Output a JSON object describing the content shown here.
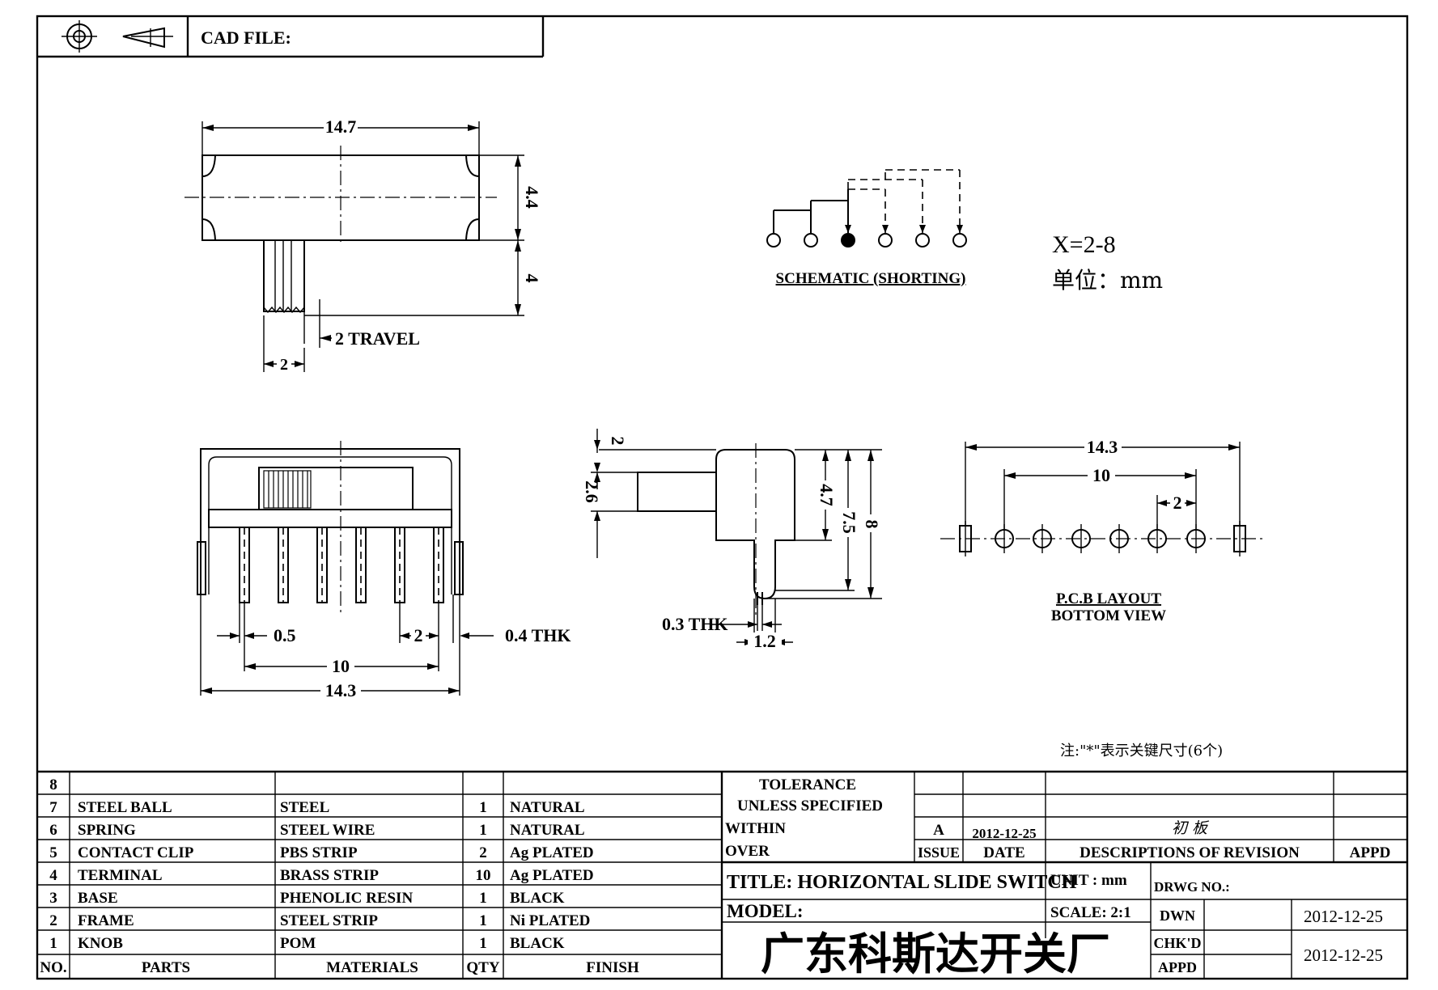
{
  "header": {
    "cad_file_label": "CAD FILE:",
    "cad_file_value": ""
  },
  "top_view": {
    "dim_width": "14.7",
    "dim_height": "4.4",
    "dim_knob": "4",
    "dim_travel": "2 TRAVEL",
    "dim_knob_width": "2"
  },
  "schematic": {
    "caption": "SCHEMATIC (SHORTING)"
  },
  "notes": {
    "positions": "X=2-8",
    "unit_label": "单位：mm",
    "footnote": "注:\"*\"表示关键尺寸(6个)"
  },
  "front_view": {
    "dim_pitch_small": "0.5",
    "dim_pitch": "2",
    "dim_thk": "0.4 THK",
    "dim_span": "10",
    "dim_total": "14.3"
  },
  "side_view": {
    "dim_top": "2",
    "dim_knob_h": "2.6",
    "dim_47": "4.7",
    "dim_75": "7.5",
    "dim_8": "8",
    "dim_thk": "0.3 THK",
    "dim_12": "1.2"
  },
  "pcb_layout": {
    "dim_total": "14.3",
    "dim_span": "10",
    "dim_pitch": "2",
    "caption_line1": "P.C.B LAYOUT",
    "caption_line2": "BOTTOM VIEW"
  },
  "bom": {
    "rows": [
      {
        "no": "8",
        "part": "",
        "material": "",
        "qty": "",
        "finish": ""
      },
      {
        "no": "7",
        "part": "STEEL BALL",
        "material": "STEEL",
        "qty": "1",
        "finish": "NATURAL"
      },
      {
        "no": "6",
        "part": "SPRING",
        "material": "STEEL WIRE",
        "qty": "1",
        "finish": "NATURAL"
      },
      {
        "no": "5",
        "part": "CONTACT CLIP",
        "material": "PBS STRIP",
        "qty": "2",
        "finish": "Ag PLATED"
      },
      {
        "no": "4",
        "part": "TERMINAL",
        "material": "BRASS STRIP",
        "qty": "10",
        "finish": "Ag PLATED"
      },
      {
        "no": "3",
        "part": "BASE",
        "material": "PHENOLIC RESIN",
        "qty": "1",
        "finish": "BLACK"
      },
      {
        "no": "2",
        "part": "FRAME",
        "material": "STEEL STRIP",
        "qty": "1",
        "finish": "Ni PLATED"
      },
      {
        "no": "1",
        "part": "KNOB",
        "material": "POM",
        "qty": "1",
        "finish": "BLACK"
      }
    ],
    "headers": {
      "no": "NO.",
      "part": "PARTS",
      "material": "MATERIALS",
      "qty": "QTY",
      "finish": "FINISH"
    }
  },
  "title_block": {
    "tolerance_line1": "TOLERANCE",
    "tolerance_line2": "UNLESS  SPECIFIED",
    "within": "WITHIN",
    "over": "OVER",
    "rev_issue": "A",
    "rev_date": "2012-12-25",
    "rev_desc": "初 板",
    "issue_label": "ISSUE",
    "date_label": "DATE",
    "desc_label": "DESCRIPTIONS OF REVISION",
    "appd_label": "APPD",
    "title": "TITLE: HORIZONTAL SLIDE SWITCH",
    "unit": "UNIT : mm",
    "drwg_no": "DRWG NO.:",
    "model": "MODEL:",
    "scale": "SCALE: 2:1",
    "dwn_label": "DWN",
    "dwn_date": "2012-12-25",
    "chkd_label": "CHK'D",
    "appd2_label": "APPD",
    "chkd_date": "2012-12-25",
    "company": "广东科斯达开关厂"
  }
}
